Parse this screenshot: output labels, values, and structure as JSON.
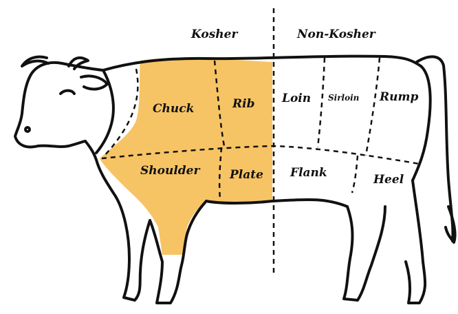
{
  "header": {
    "kosher_label": "Kosher",
    "non_kosher_label": "Non-Kosher"
  },
  "cuts": {
    "chuck": "Chuck",
    "rib": "Rib",
    "shoulder": "Shoulder",
    "plate": "Plate",
    "loin": "Loin",
    "sirloin": "Sirloin",
    "rump": "Rump",
    "flank": "Flank",
    "heel": "Heel"
  },
  "colors": {
    "kosher_fill": "#F7C465",
    "outline": "#111111",
    "background": "#FFFFFF"
  },
  "kosher_cuts": [
    "Chuck",
    "Rib",
    "Shoulder",
    "Plate"
  ],
  "non_kosher_cuts": [
    "Loin",
    "Sirloin",
    "Rump",
    "Flank",
    "Heel"
  ]
}
